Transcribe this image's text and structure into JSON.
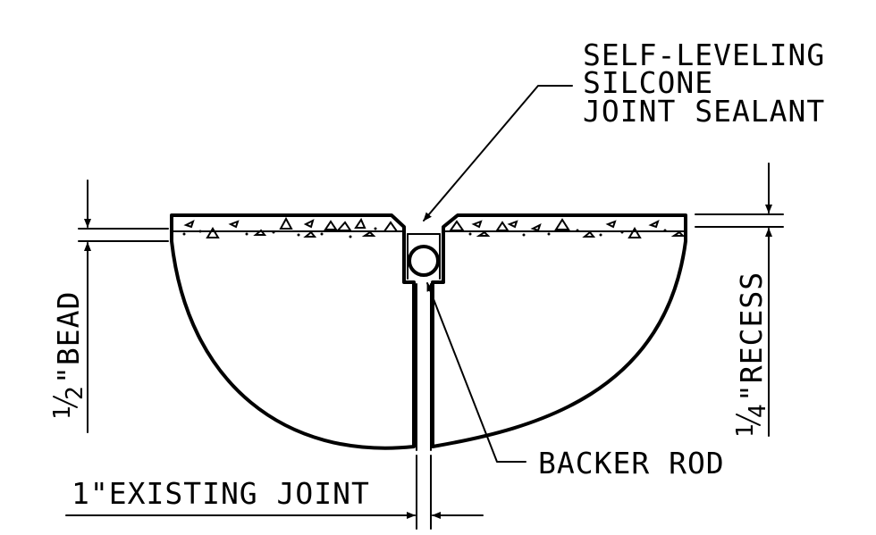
{
  "labels": {
    "sealant_line1": "SELF-LEVELING",
    "sealant_line2": "SILCONE",
    "sealant_line3": "JOINT SEALANT",
    "backer_rod": "BACKER ROD",
    "existing_joint": "1\"EXISTING JOINT",
    "bead_num": "1",
    "bead_den": "2",
    "bead_text": "\"BEAD",
    "recess_num": "1",
    "recess_den": "4",
    "recess_text": "\"RECESS"
  },
  "colors": {
    "line": "#000000",
    "background": "#ffffff"
  }
}
